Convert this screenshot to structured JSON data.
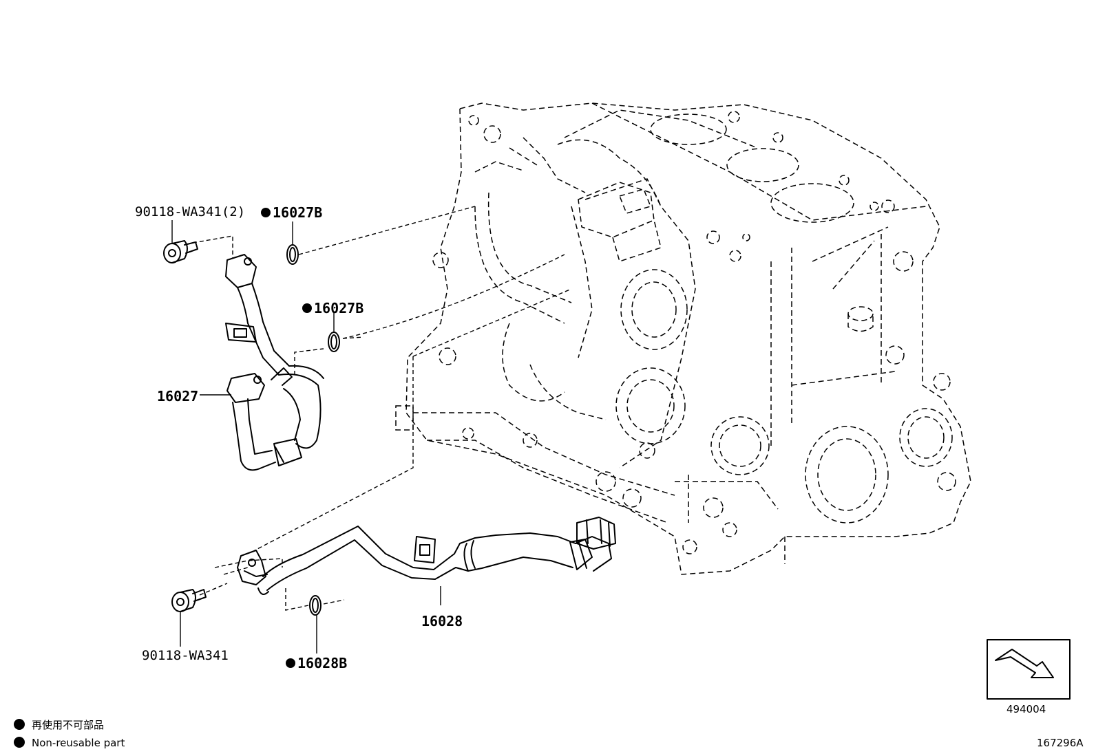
{
  "labels": {
    "bolt_top": "90118-WA341(2)",
    "gasket_top": "16027B",
    "gasket_mid": "16027B",
    "pipe_upper": "16027",
    "pipe_lower": "16028",
    "bolt_bottom": "90118-WA341",
    "gasket_bottom": "16028B",
    "ref_number": "494004",
    "figure_id": "167296A"
  },
  "legend": {
    "jp": "再使用不可部品",
    "en": "Non-reusable part"
  }
}
